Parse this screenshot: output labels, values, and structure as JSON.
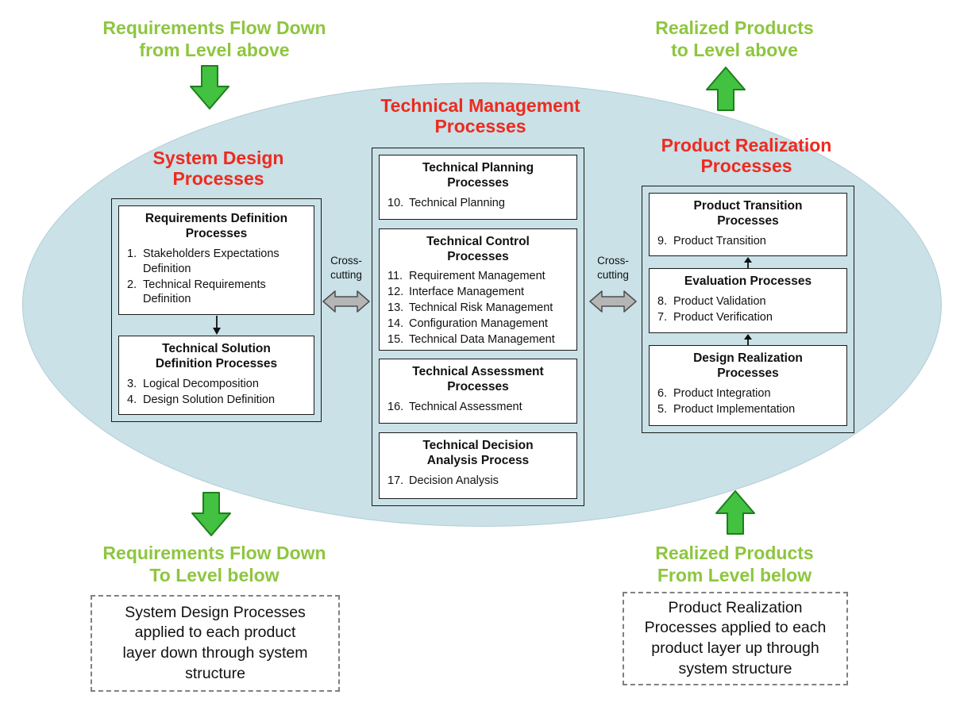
{
  "colors": {
    "ellipse_fill": "#c9e1e7",
    "green_text": "#8dc63f",
    "green_arrow_fill": "#43c140",
    "green_arrow_stroke": "#1e7e1e",
    "red_heading": "#ee2a1f",
    "gray_arrow_fill": "#b5b5b5",
    "box_border": "#1a1a1a"
  },
  "flows": {
    "top_left": "Requirements Flow Down\nfrom Level above",
    "top_right": "Realized Products\nto Level above",
    "bottom_left": "Requirements Flow Down\nTo Level below",
    "bottom_right": "Realized Products\nFrom Level below"
  },
  "headings": {
    "technical_management": "Technical Management\nProcesses",
    "system_design": "System Design\nProcesses",
    "product_realization": "Product Realization\nProcesses"
  },
  "cross_cutting": {
    "left": "Cross-\ncutting",
    "right": "Cross-\ncutting"
  },
  "system_design": {
    "requirements_definition": {
      "title": "Requirements Definition\nProcesses",
      "items": [
        {
          "num": "1.",
          "text": "Stakeholders Expectations Definition"
        },
        {
          "num": "2.",
          "text": "Technical Requirements Definition"
        }
      ]
    },
    "technical_solution": {
      "title": "Technical Solution\nDefinition Processes",
      "items": [
        {
          "num": "3.",
          "text": "Logical Decomposition"
        },
        {
          "num": "4.",
          "text": "Design Solution Definition"
        }
      ]
    }
  },
  "technical_management": {
    "planning": {
      "title": "Technical Planning\nProcesses",
      "items": [
        {
          "num": "10.",
          "text": "Technical Planning"
        }
      ]
    },
    "control": {
      "title": "Technical Control\nProcesses",
      "items": [
        {
          "num": "11.",
          "text": "Requirement Management"
        },
        {
          "num": "12.",
          "text": "Interface Management"
        },
        {
          "num": "13.",
          "text": "Technical Risk Management"
        },
        {
          "num": "14.",
          "text": "Configuration Management"
        },
        {
          "num": "15.",
          "text": "Technical Data Management"
        }
      ]
    },
    "assessment": {
      "title": "Technical Assessment\nProcesses",
      "items": [
        {
          "num": "16.",
          "text": "Technical Assessment"
        }
      ]
    },
    "decision": {
      "title": "Technical Decision\nAnalysis Process",
      "items": [
        {
          "num": "17.",
          "text": "Decision Analysis"
        }
      ]
    }
  },
  "product_realization": {
    "transition": {
      "title": "Product Transition\nProcesses",
      "items": [
        {
          "num": "9.",
          "text": "Product Transition"
        }
      ]
    },
    "evaluation": {
      "title": "Evaluation Processes",
      "items": [
        {
          "num": "8.",
          "text": "Product Validation"
        },
        {
          "num": "7.",
          "text": "Product Verification"
        }
      ]
    },
    "design_realization": {
      "title": "Design Realization\nProcesses",
      "items": [
        {
          "num": "6.",
          "text": "Product Integration"
        },
        {
          "num": "5.",
          "text": "Product Implementation"
        }
      ]
    }
  },
  "notes": {
    "left": "System Design Processes\napplied to each product\nlayer down through system\nstructure",
    "right": "Product Realization\nProcesses applied to each\nproduct layer up through\nsystem structure"
  }
}
